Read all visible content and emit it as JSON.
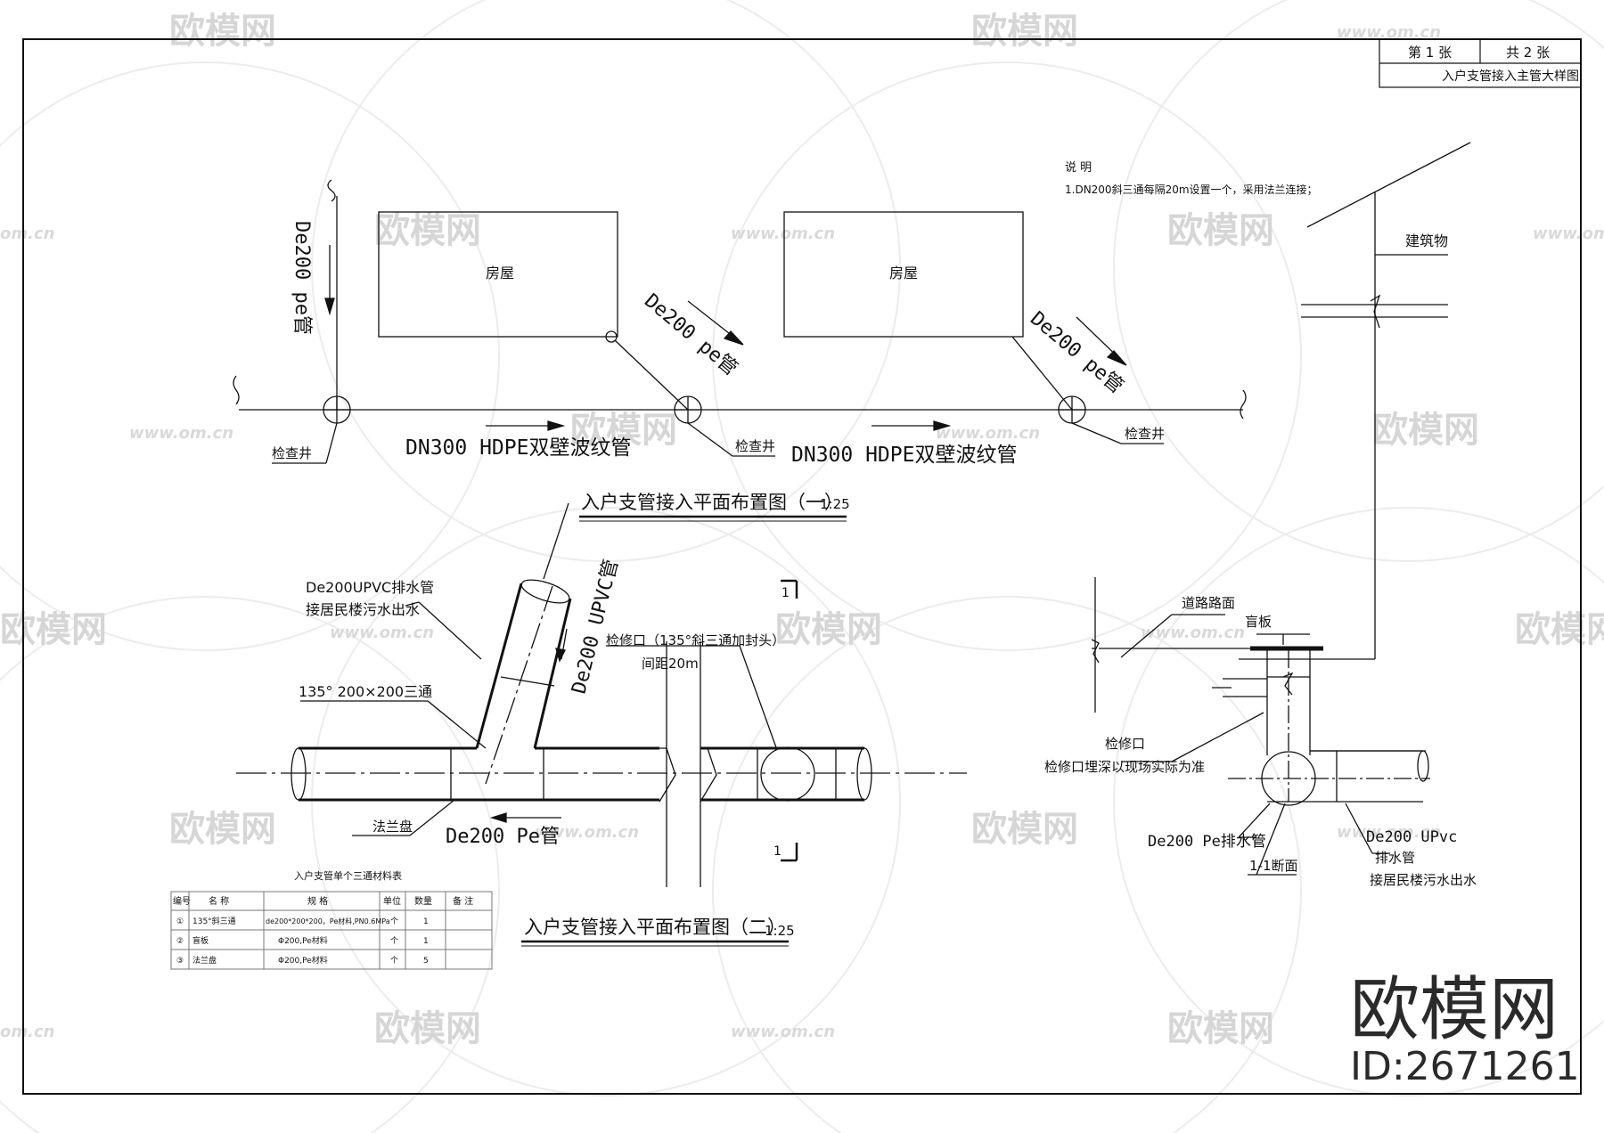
{
  "title_block": {
    "sheet_no": "第 1 张",
    "sheet_total": "共 2 张",
    "drawing_name": "入户支管接入主管大样图"
  },
  "notes": {
    "heading": "说 明",
    "line1": "1.DN200斜三通每隔20m设置一个，采用法兰连接；"
  },
  "plan1": {
    "house_left": "房屋",
    "house_right": "房屋",
    "pipe_vertical": "De200 pe管",
    "pipe_diag_1": "De200 pe管",
    "pipe_diag_2": "De200 pe管",
    "main_left": "DN300 HDPE双壁波纹管",
    "main_right": "DN300 HDPE双壁波纹管",
    "manhole_1": "检查井",
    "manhole_2": "检查井",
    "manhole_3": "检查井",
    "caption": "入户支管接入平面布置图（一）",
    "scale": "1:25"
  },
  "plan2": {
    "upvc_label_1": "De200UPVC排水管",
    "upvc_label_2": "接居民楼污水出水",
    "branch_pipe": "De200 UPVC管",
    "tee_label": "135° 200×200三通",
    "access_label_1": "检修口（135°斜三通加封头）",
    "access_label_2": "间距20m",
    "flange_label": "法兰盘",
    "main_pipe": "De200 Pe管",
    "section_mark_top": "1",
    "section_mark_bottom": "1",
    "caption": "入户支管接入平面布置图（二）",
    "scale": "1:25"
  },
  "section": {
    "building": "建筑物",
    "road": "道路路面",
    "blind_plate": "盲板",
    "access_1": "检修口",
    "access_2": "检修口埋深以现场实际为准",
    "pe_pipe": "De200 Pe排水管",
    "upvc_1": "De200 UPvc",
    "upvc_2": "排水管",
    "upvc_3": "接居民楼污水出水",
    "caption": "1-1断面"
  },
  "material_table": {
    "title": "入户支管单个三通材料表",
    "headers": [
      "编号",
      "名 称",
      "规 格",
      "单位",
      "数量",
      "备 注"
    ],
    "rows": [
      [
        "①",
        "135°斜三通",
        "de200*200*200，Pe材料,PN0.6MPa",
        "个",
        "1",
        ""
      ],
      [
        "②",
        "盲板",
        "Φ200,Pe材料",
        "个",
        "1",
        ""
      ],
      [
        "③",
        "法兰盘",
        "Φ200,Pe材料",
        "个",
        "5",
        ""
      ]
    ]
  },
  "watermark": {
    "brand": "欧模网",
    "url": "www.om.cn",
    "url_short": "om.cn",
    "big_brand": "欧模网",
    "id": "ID:2671261"
  }
}
